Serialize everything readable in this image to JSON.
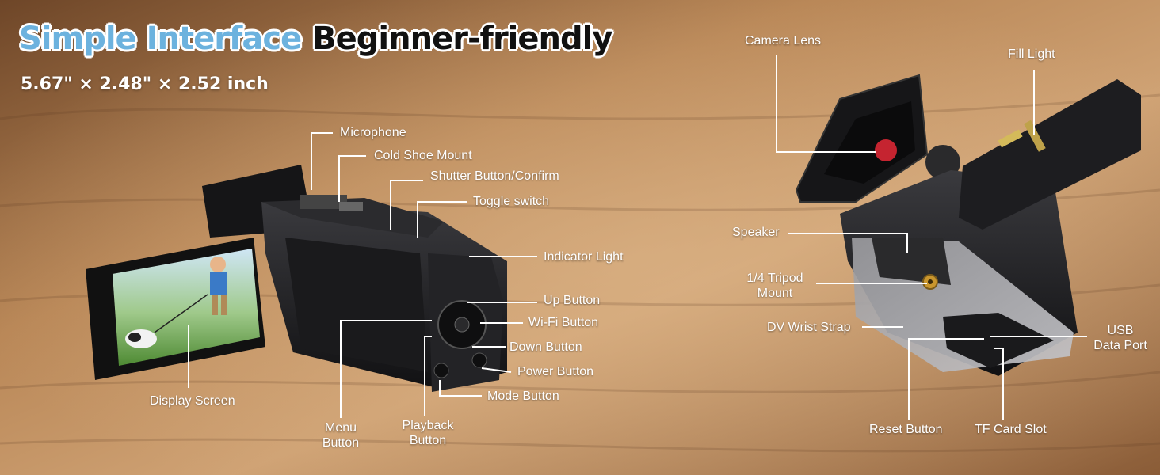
{
  "headline": {
    "highlight": "Simple Interface",
    "main": "Beginner-friendly",
    "dimensions": "5.67\" × 2.48\" × 2.52 inch"
  },
  "colors": {
    "highlight": "#6cb2de",
    "wood_light": "#c79b6c",
    "wood_dark": "#7e5232",
    "camera_body": "#1b1b1d",
    "callout_line": "#ffffff"
  },
  "left_labels": {
    "microphone": "Microphone",
    "cold_shoe": "Cold Shoe Mount",
    "shutter": "Shutter Button/Confirm",
    "toggle": "Toggle switch",
    "indicator": "Indicator Light",
    "up": "Up Button",
    "wifi": "Wi-Fi Button",
    "down": "Down Button",
    "power": "Power Button",
    "mode": "Mode Button",
    "display": "Display Screen",
    "menu_1": "Menu",
    "menu_2": "Button",
    "playback_1": "Playback",
    "playback_2": "Button"
  },
  "right_labels": {
    "lens": "Camera Lens",
    "fill_light": "Fill Light",
    "speaker": "Speaker",
    "tripod_1": "1/4 Tripod",
    "tripod_2": "Mount",
    "wrist_strap": "DV Wrist Strap",
    "usb_1": "USB",
    "usb_2": "Data Port",
    "reset": "Reset Button",
    "tf_slot": "TF Card Slot"
  },
  "icons": {
    "left_camera": "camcorder-front-icon",
    "right_camera": "camcorder-bottom-icon"
  }
}
